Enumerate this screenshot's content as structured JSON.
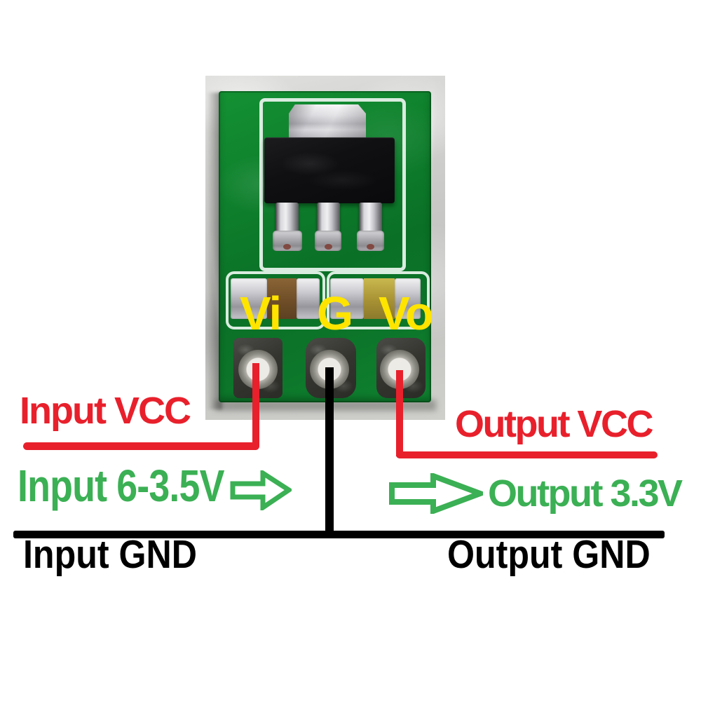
{
  "module": {
    "pins": [
      {
        "label": "Vi"
      },
      {
        "label": "G"
      },
      {
        "label": "Vo"
      }
    ]
  },
  "annotations": {
    "input_vcc": "Input VCC",
    "input_range": "Input 6-3.5V",
    "input_gnd": "Input GND",
    "output_vcc": "Output VCC",
    "output_voltage": "Output 3.3V",
    "output_gnd": "Output GND"
  },
  "icons": {
    "input_arrow": "right-block-arrow",
    "output_arrow": "right-block-arrow"
  },
  "colors": {
    "red": "#e8202c",
    "green": "#3bb054",
    "yellow": "#ffe400",
    "board-green": "#0d7a2c",
    "wire-black": "#000000"
  }
}
